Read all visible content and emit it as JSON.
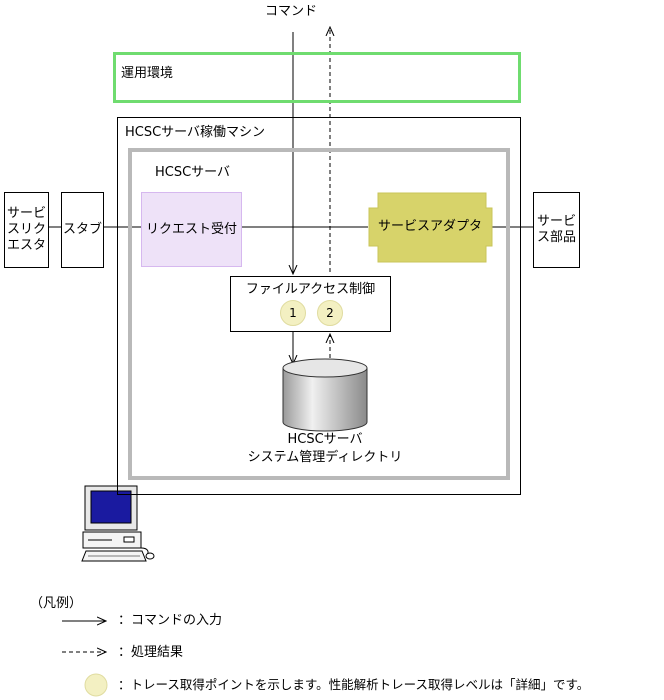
{
  "command_label": "コマンド",
  "env_label": "運用環境",
  "machine_label": "HCSCサーバ稼働マシン",
  "server_label": "HCSCサーバ",
  "requester_lines": [
    "サービ",
    "スリク",
    "エスタ"
  ],
  "stub_label": "スタブ",
  "request_receiver_label": "リクエスト受付",
  "service_adapter_label": "サービスアダプタ",
  "service_part_lines": [
    "サービ",
    "ス部品"
  ],
  "file_access_label": "ファイルアクセス制御",
  "trace_points": [
    "1",
    "2"
  ],
  "directory_lines": [
    "HCSCサーバ",
    "システム管理ディレクトリ"
  ],
  "legend": {
    "title": "（凡例）",
    "command_input": "：コマンドの入力",
    "result": "：処理結果",
    "trace_point": "：トレース取得ポイントを示します。性能解析トレース取得レベルは「詳細」です。"
  },
  "colors": {
    "env_border": "#6fdc6f",
    "request_receiver_fill": "#eee2f8",
    "request_receiver_border": "#d6b8ef",
    "service_adapter_fill": "#d7d36a",
    "trace_point_fill": "#f3f0c2",
    "server_border": "#b9b9b9"
  }
}
